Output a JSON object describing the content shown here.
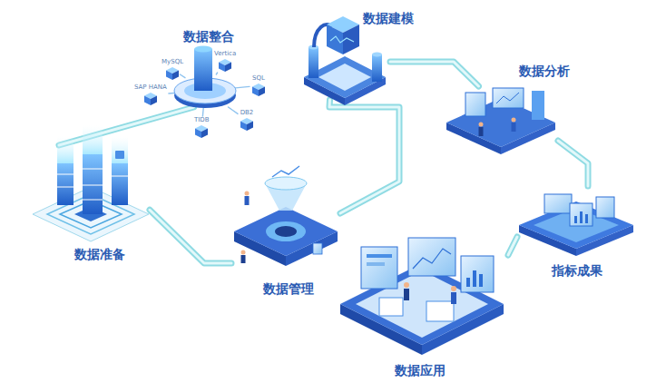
{
  "diagram": {
    "nodes": [
      {
        "text": [
          "数据准备"
        ]
      },
      {
        "text": [
          "数据整合"
        ]
      },
      {
        "text": [
          "数据管理"
        ]
      },
      {
        "text": [
          "数据建模"
        ]
      },
      {
        "text": [
          "数据分析"
        ]
      },
      {
        "text": [
          "指标成果"
        ]
      },
      {
        "text": [
          "数据应用"
        ]
      },
      {
        "text": [
          "MySQL"
        ]
      },
      {
        "text": [
          "Vertica"
        ]
      },
      {
        "text": [
          "SQL"
        ]
      },
      {
        "text": [
          "SAP HANA"
        ]
      },
      {
        "text": [
          "DB2"
        ]
      },
      {
        "text": [
          "TIDB"
        ]
      }
    ],
    "edges": [
      {
        "from": 0,
        "to": 1,
        "arrow": "none"
      },
      {
        "from": 0,
        "to": 2,
        "arrow": "none"
      },
      {
        "from": 2,
        "to": 3,
        "arrow": "none"
      },
      {
        "from": 3,
        "to": 4,
        "arrow": "none"
      },
      {
        "from": 4,
        "to": 5,
        "arrow": "none"
      },
      {
        "from": 5,
        "to": 6,
        "arrow": "none"
      },
      {
        "from": 1,
        "to": 7,
        "arrow": "none"
      },
      {
        "from": 1,
        "to": 8,
        "arrow": "none"
      },
      {
        "from": 1,
        "to": 9,
        "arrow": "none"
      },
      {
        "from": 1,
        "to": 10,
        "arrow": "none"
      },
      {
        "from": 1,
        "to": 11,
        "arrow": "none"
      },
      {
        "from": 1,
        "to": 12,
        "arrow": "none"
      }
    ]
  }
}
